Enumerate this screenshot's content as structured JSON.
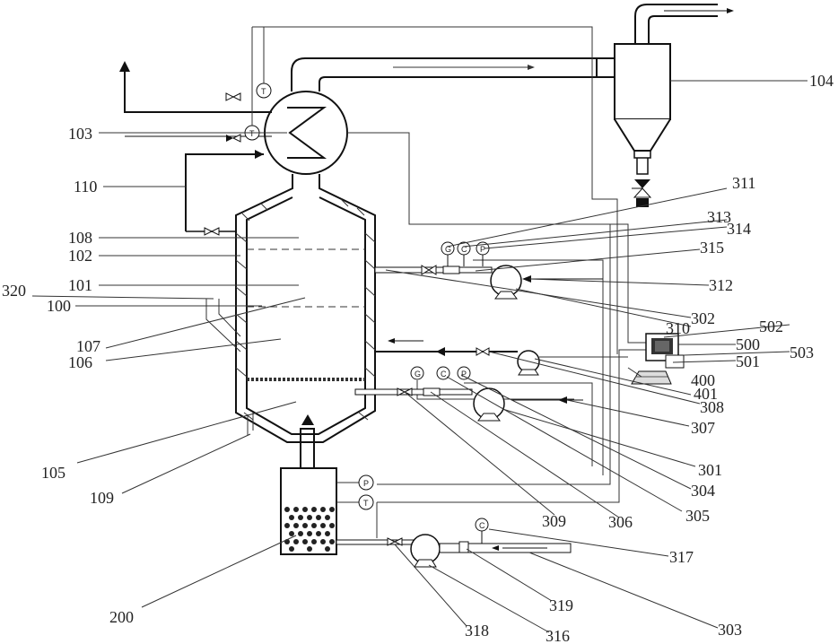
{
  "labels": {
    "l104": "104",
    "l103": "103",
    "l110": "110",
    "l108": "108",
    "l102": "102",
    "l320": "320",
    "l101": "101",
    "l100": "100",
    "l107": "107",
    "l106": "106",
    "l105": "105",
    "l109": "109",
    "l200": "200",
    "l311": "311",
    "l313": "313",
    "l314": "314",
    "l315": "315",
    "l312": "312",
    "l302": "302",
    "l310": "310",
    "l502": "502",
    "l500": "500",
    "l503": "503",
    "l501": "501",
    "l400": "400",
    "l401": "401",
    "l308": "308",
    "l307": "307",
    "l301": "301",
    "l304": "304",
    "l305": "305",
    "l309": "309",
    "l306": "306",
    "l317": "317",
    "l319": "319",
    "l303": "303",
    "l318": "318",
    "l316": "316"
  },
  "instruments": {
    "T": "T",
    "P": "P",
    "G": "G",
    "C": "C"
  }
}
